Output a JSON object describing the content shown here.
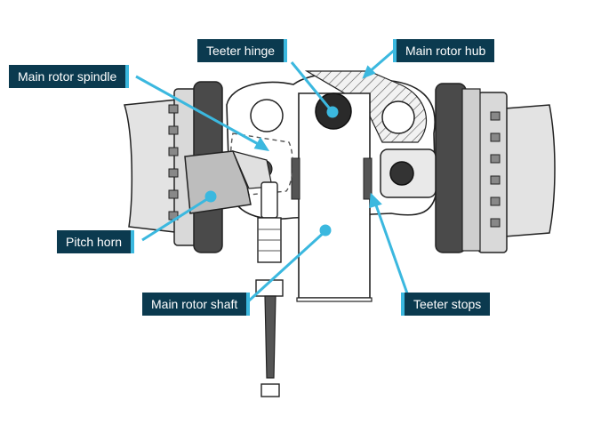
{
  "diagram": {
    "labels": {
      "teeter_hinge": "Teeter hinge",
      "main_rotor_hub": "Main rotor hub",
      "main_rotor_spindle": "Main rotor spindle",
      "pitch_horn": "Pitch horn",
      "main_rotor_shaft": "Main rotor shaft",
      "teeter_stops": "Teeter stops"
    },
    "colors": {
      "label_bg": "#0b3a4f",
      "label_text": "#ffffff",
      "accent": "#3bb8df",
      "metal_light": "#e6e6e6",
      "metal_dark": "#4a4a4a"
    }
  }
}
